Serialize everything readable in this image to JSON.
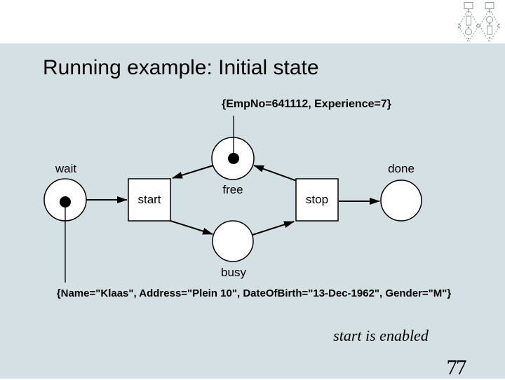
{
  "colors": {
    "slide_bg": "#d5e0e4",
    "canvas_bg": "#ffffff",
    "ink": "#000000",
    "logo_gray": "#949b9b"
  },
  "header": {
    "title": "Running example: Initial state"
  },
  "footer": {
    "caption": "start is enabled",
    "page_number": "77"
  },
  "petri_net": {
    "annotation_top": "{EmpNo=641112, Experience=7}",
    "annotation_bottom": "{Name=\"Klaas\", Address=\"Plein 10\", DateOfBirth=\"13-Dec-1962\", Gender=\"M\"}",
    "places": [
      {
        "id": "wait",
        "label": "wait",
        "tokens": 1
      },
      {
        "id": "free",
        "label": "free",
        "tokens": 1
      },
      {
        "id": "busy",
        "label": "busy",
        "tokens": 0
      },
      {
        "id": "done",
        "label": "done",
        "tokens": 0
      }
    ],
    "transitions": [
      {
        "id": "start",
        "label": "start"
      },
      {
        "id": "stop",
        "label": "stop"
      }
    ],
    "arcs": [
      {
        "from": "wait",
        "to": "start"
      },
      {
        "from": "free",
        "to": "start"
      },
      {
        "from": "start",
        "to": "busy"
      },
      {
        "from": "busy",
        "to": "stop"
      },
      {
        "from": "stop",
        "to": "free"
      },
      {
        "from": "stop",
        "to": "done"
      }
    ]
  }
}
